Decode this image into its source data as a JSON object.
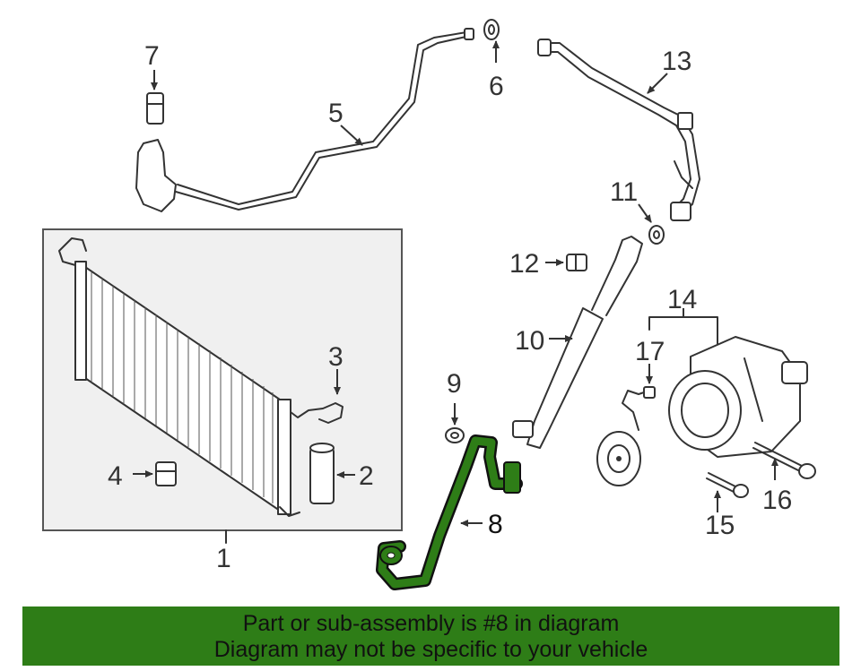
{
  "callouts": {
    "c1": "1",
    "c2": "2",
    "c3": "3",
    "c4": "4",
    "c5": "5",
    "c6": "6",
    "c7": "7",
    "c8": "8",
    "c9": "9",
    "c10": "10",
    "c11": "11",
    "c12": "12",
    "c13": "13",
    "c14": "14",
    "c15": "15",
    "c16": "16",
    "c17": "17"
  },
  "highlight": {
    "part": "8",
    "color": "#2e7d17"
  },
  "banner": {
    "line1": "Part or sub-assembly is #8 in diagram",
    "line2": "Diagram may not be specific to your vehicle",
    "background": "#2e7d17"
  }
}
